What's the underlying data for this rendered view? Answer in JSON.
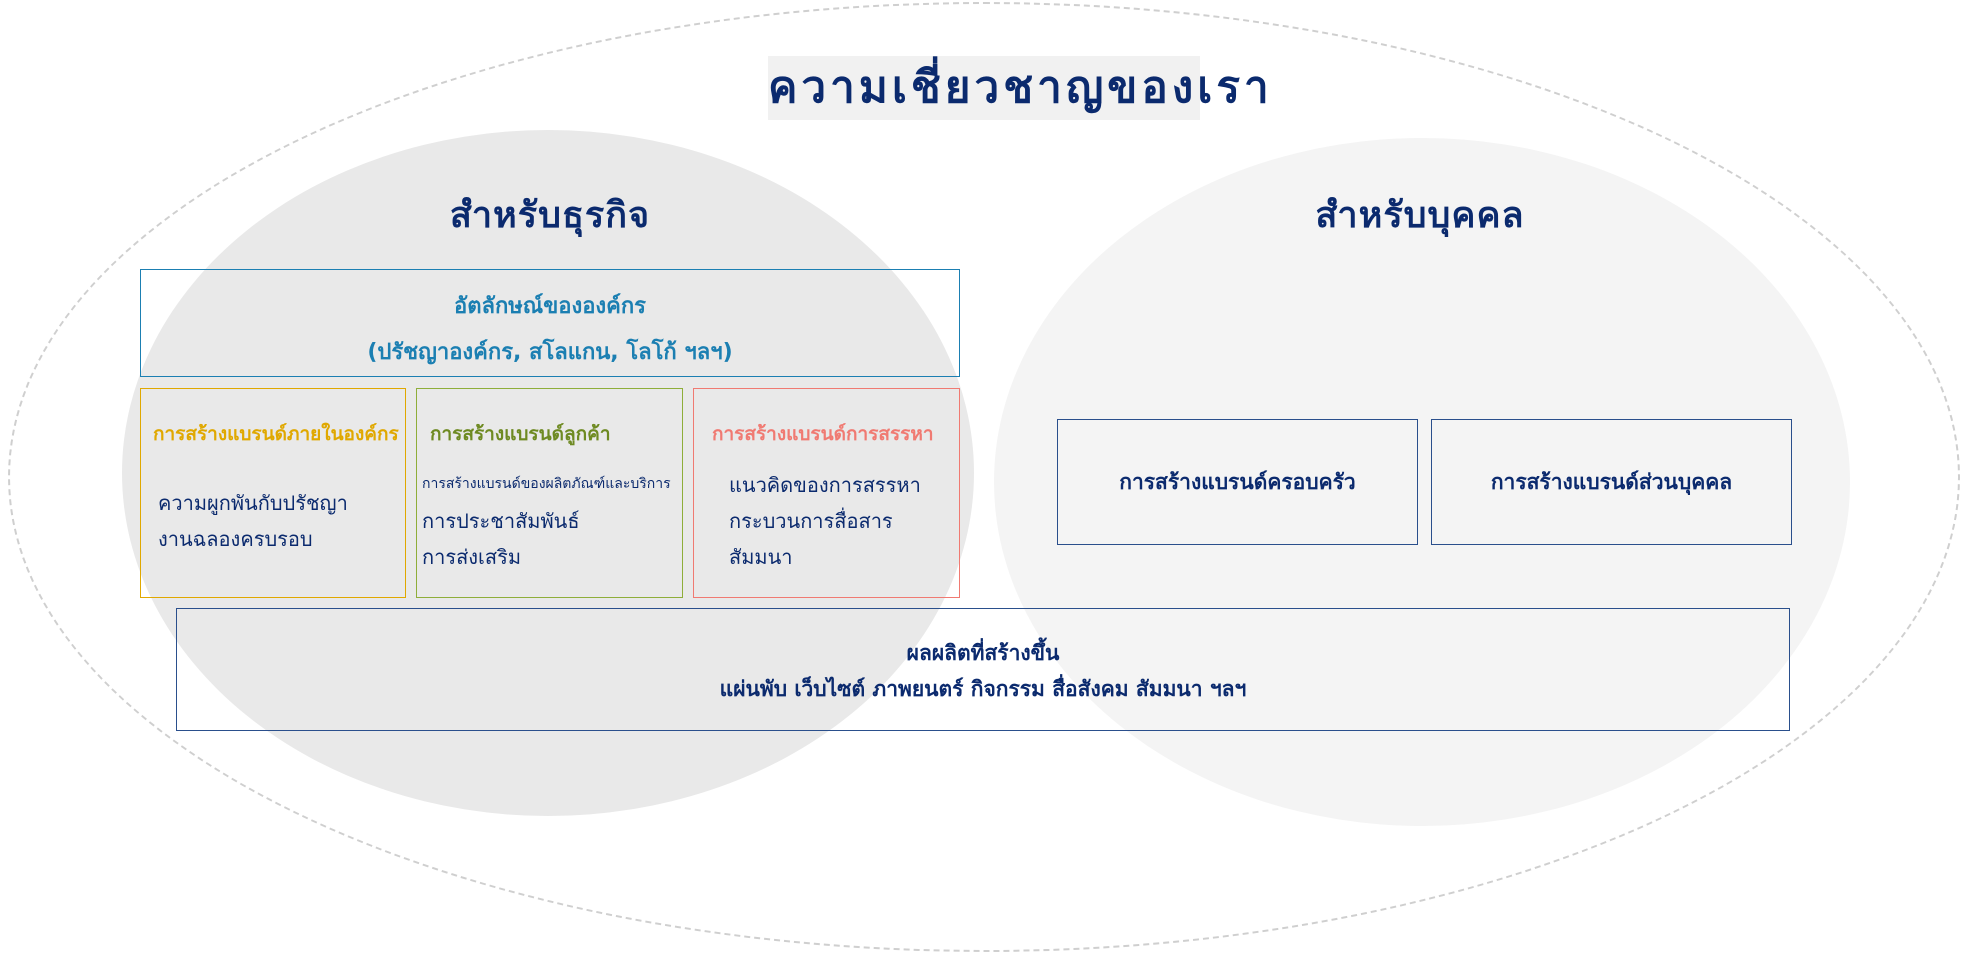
{
  "title": "ความเชี่ยวชาญของเรา",
  "business": {
    "heading": "สำหรับธุรกิจ",
    "identity": {
      "title": "อัตลักษณ์ขององค์กร",
      "subtitle": "(ปรัชญาองค์กร, สโลแกน, โลโก้ ฯลฯ)"
    },
    "internal": {
      "title": "การสร้างแบรนด์ภายในองค์กร",
      "items": [
        "ความผูกพันกับปรัชญา",
        "งานฉลองครบรอบ"
      ]
    },
    "customer": {
      "title": "การสร้างแบรนด์ลูกค้า",
      "items": [
        "การสร้างแบรนด์ของผลิตภัณฑ์และบริการ",
        "การประชาสัมพันธ์",
        "การส่งเสริม"
      ]
    },
    "recruitment": {
      "title": "การสร้างแบรนด์การสรรหา",
      "items": [
        "แนวคิดของการสรรหา",
        "กระบวนการสื่อสาร",
        "สัมมนา"
      ]
    }
  },
  "personal": {
    "heading": "สำหรับบุคคล",
    "family": "การสร้างแบรนด์ครอบครัว",
    "individual": "การสร้างแบรนด์ส่วนบุคคล"
  },
  "outputs": {
    "title": "ผลผลิตที่สร้างขึ้น",
    "items": "แผ่นพับ เว็บไซต์ ภาพยนตร์ กิจกรรม สื่อสังคม สัมมนา ฯลฯ"
  },
  "colors": {
    "navy": "#0b2a6e",
    "identity": "#1b7fb2",
    "internal": "#e0a800",
    "customer": "#8fae3a",
    "recruitment": "#f07a72"
  }
}
